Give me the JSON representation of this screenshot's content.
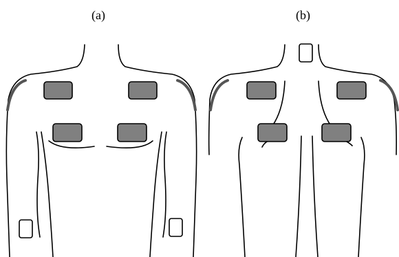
{
  "panels": [
    {
      "label": "(a)",
      "view": "front"
    },
    {
      "label": "(b)",
      "view": "back"
    }
  ],
  "colors": {
    "pad_fill": "#808080",
    "outline": "#000000",
    "shoulder_arc": "#555555",
    "background": "#ffffff"
  }
}
